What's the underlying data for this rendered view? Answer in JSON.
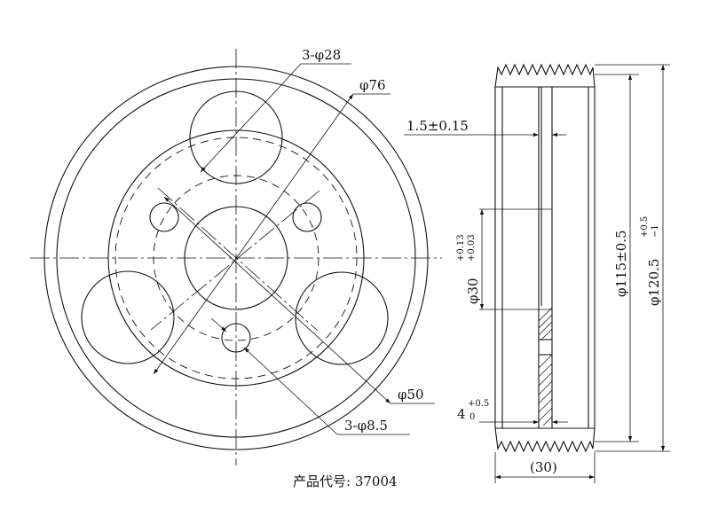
{
  "front_view": {
    "labels": {
      "holes_large": "3-φ28",
      "pitch_large": "φ76",
      "pitch_small": "φ50",
      "holes_small": "3-φ8.5"
    }
  },
  "side_view": {
    "labels": {
      "web": "1.5±0.15",
      "bore": "φ30",
      "bore_tol_upper": "+0.13",
      "bore_tol_lower": "+0.03",
      "groove_dia": "φ115±0.5",
      "outer_dia": "φ120.5",
      "outer_tol_upper": "+0.5",
      "outer_tol_lower": "−1",
      "hub_len": "4",
      "hub_tol_upper": "+0.5",
      "hub_tol_lower": "0",
      "width": "(30)"
    }
  },
  "product_code": "产品代号: 37004"
}
